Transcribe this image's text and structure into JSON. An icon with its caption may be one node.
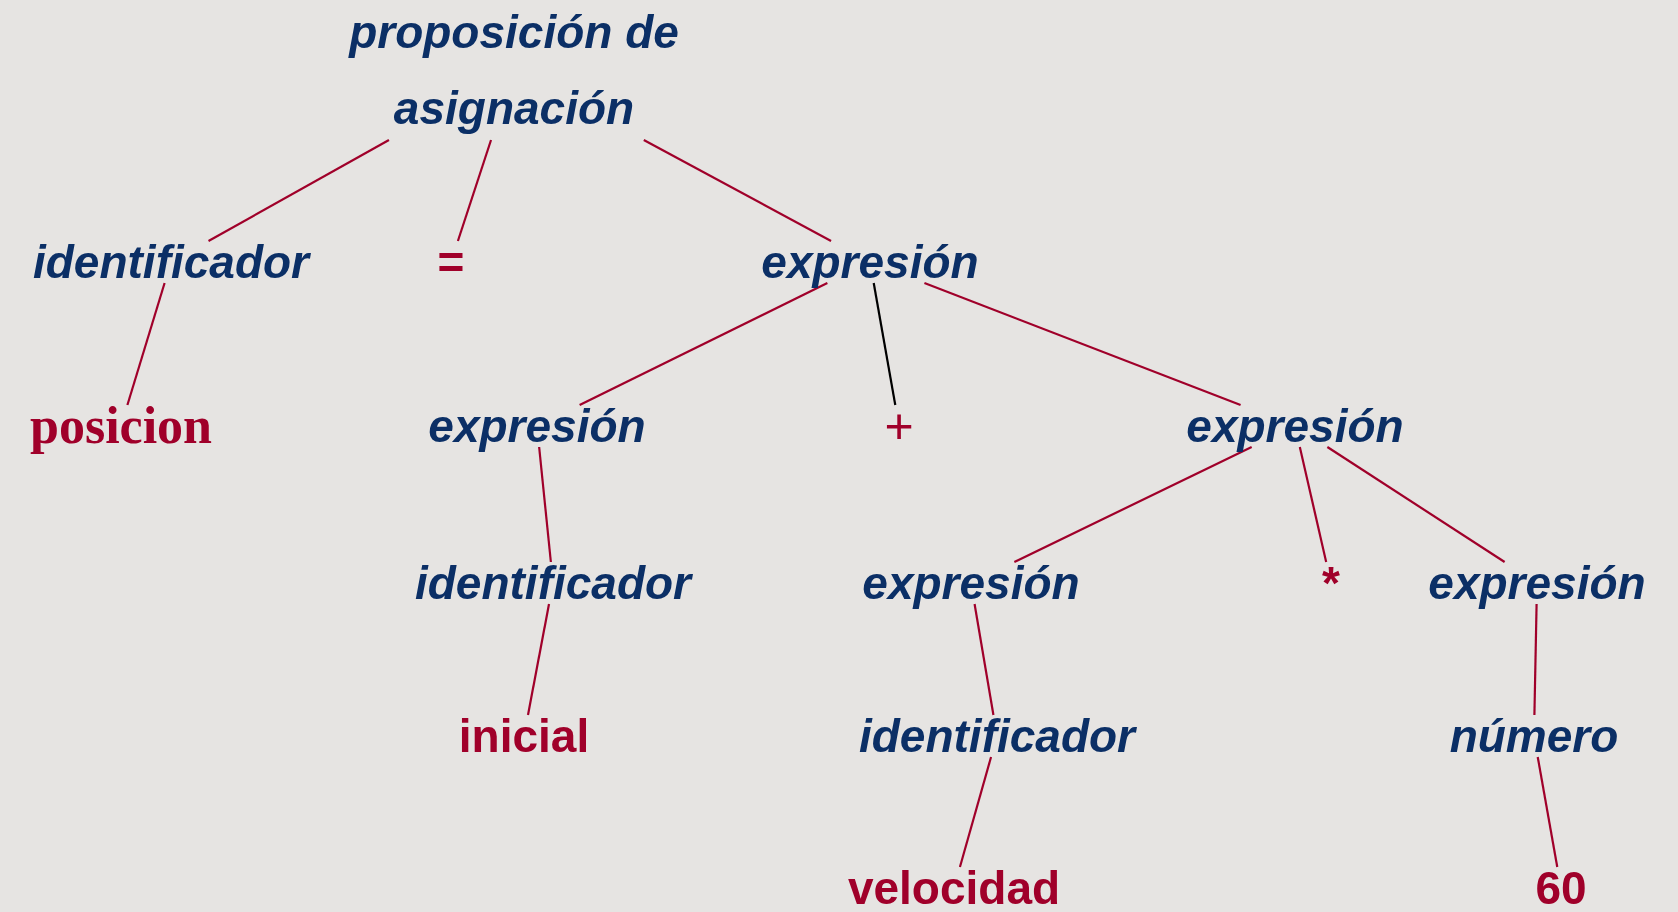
{
  "diagram": {
    "nodes": [
      {
        "text": [
          "proposición de asignación"
        ]
      },
      {
        "text": [
          "identificador"
        ]
      },
      {
        "text": [
          "="
        ]
      },
      {
        "text": [
          "expresión"
        ]
      },
      {
        "text": [
          "posicion"
        ]
      },
      {
        "text": [
          "expresión"
        ]
      },
      {
        "text": [
          "+"
        ]
      },
      {
        "text": [
          "expresión"
        ]
      },
      {
        "text": [
          "identificador"
        ]
      },
      {
        "text": [
          "expresión"
        ]
      },
      {
        "text": [
          "*"
        ]
      },
      {
        "text": [
          "expresión"
        ]
      },
      {
        "text": [
          "inicial"
        ]
      },
      {
        "text": [
          "identificador"
        ]
      },
      {
        "text": [
          "número"
        ]
      },
      {
        "text": [
          "velocidad"
        ]
      },
      {
        "text": [
          "60"
        ]
      }
    ],
    "edges": [
      {
        "from": 0,
        "to": 1,
        "arrow": "none"
      },
      {
        "from": 0,
        "to": 2,
        "arrow": "none"
      },
      {
        "from": 0,
        "to": 3,
        "arrow": "none"
      },
      {
        "from": 1,
        "to": 4,
        "arrow": "none"
      },
      {
        "from": 3,
        "to": 5,
        "arrow": "none"
      },
      {
        "from": 3,
        "to": 6,
        "arrow": "none",
        "color": "#000000"
      },
      {
        "from": 3,
        "to": 7,
        "arrow": "none"
      },
      {
        "from": 5,
        "to": 8,
        "arrow": "none"
      },
      {
        "from": 7,
        "to": 9,
        "arrow": "none"
      },
      {
        "from": 7,
        "to": 10,
        "arrow": "none"
      },
      {
        "from": 7,
        "to": 11,
        "arrow": "none"
      },
      {
        "from": 8,
        "to": 12,
        "arrow": "none"
      },
      {
        "from": 9,
        "to": 13,
        "arrow": "none"
      },
      {
        "from": 11,
        "to": 14,
        "arrow": "none"
      },
      {
        "from": 13,
        "to": 15,
        "arrow": "none"
      },
      {
        "from": 14,
        "to": 16,
        "arrow": "none"
      }
    ]
  }
}
